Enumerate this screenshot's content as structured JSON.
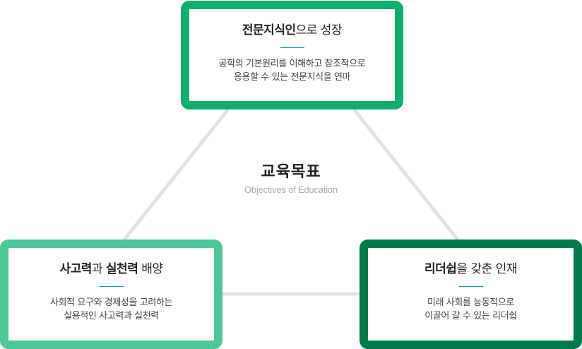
{
  "colors": {
    "top_border": "#0fae6e",
    "left_border": "#4cc797",
    "right_border": "#007a4b",
    "connector": "#e2e2e2",
    "divider": "#1f8fa5"
  },
  "center": {
    "title": "교육목표",
    "subtitle": "Objectives of Education"
  },
  "goals": {
    "top": {
      "title_bold": "전문지식인",
      "title_rest": "으로 성장",
      "line1": "공학의 기본원리를 이해하고 창조적으로",
      "line2": "응용할 수 있는 전문지식을 연마"
    },
    "left": {
      "title_bold": "사고력",
      "title_mid": "과 ",
      "title_bold2": "실천력",
      "title_rest": " 배양",
      "line1": "사회적 요구와 경제성을 고려하는",
      "line2": "실용적인 사고력과 실천력"
    },
    "right": {
      "title_bold": "리더쉽",
      "title_rest": "을 갖춘 인재",
      "line1": "미래 사회를 능동적으로",
      "line2": "이끌어 갈 수 있는 리더쉽"
    }
  }
}
